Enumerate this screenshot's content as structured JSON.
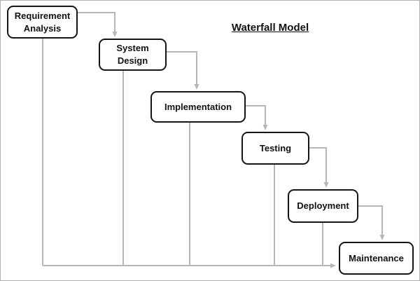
{
  "diagram": {
    "title": "Waterfall Model",
    "nodes": [
      {
        "id": "requirement-analysis",
        "label": "Requirement Analysis"
      },
      {
        "id": "system-design",
        "label": "System Design"
      },
      {
        "id": "implementation",
        "label": "Implementation"
      },
      {
        "id": "testing",
        "label": "Testing"
      },
      {
        "id": "deployment",
        "label": "Deployment"
      },
      {
        "id": "maintenance",
        "label": "Maintenance"
      }
    ],
    "flow": [
      "Requirement Analysis -> System Design",
      "System Design -> Implementation",
      "Implementation -> Testing",
      "Testing -> Deployment",
      "Deployment -> Maintenance",
      "feedback rail from all phases -> Maintenance"
    ],
    "colors": {
      "box_border": "#151515",
      "connector": "#b6b6b6",
      "background": "#ffffff",
      "text": "#111111"
    }
  }
}
